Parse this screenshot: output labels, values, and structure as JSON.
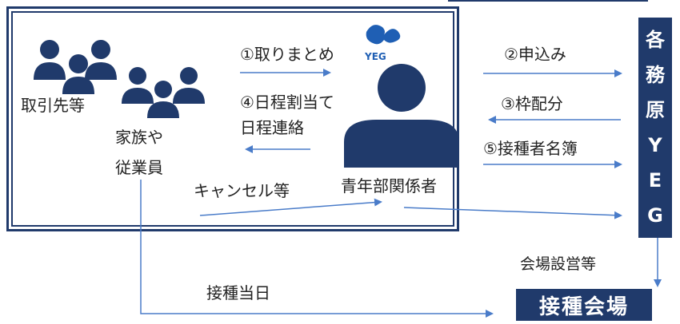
{
  "inner_box": {
    "group_clients_label": "取引先等",
    "group_family_line1": "家族や",
    "group_family_line2": "従業員",
    "step1_label": "①取りまとめ",
    "step4_line1": "④日程割当て",
    "step4_line2": "日程連絡",
    "cancel_label": "キャンセル等",
    "coordinator_label": "青年部関係者",
    "logo_text": "YEG"
  },
  "external": {
    "step2_label": "②申込み",
    "step3_label": "③枠配分",
    "step5_label": "⑤接種者名簿",
    "vertical_org_chars": [
      "各",
      "務",
      "原",
      "Y",
      "E",
      "G"
    ],
    "venue_setup_label": "会場設営等",
    "vaccination_day_label": "接種当日",
    "venue_label": "接種会場"
  },
  "colors": {
    "navy": "#203a6b",
    "arrow_blue": "#4a7cc9",
    "logo_blue": "#1f5fb4"
  }
}
